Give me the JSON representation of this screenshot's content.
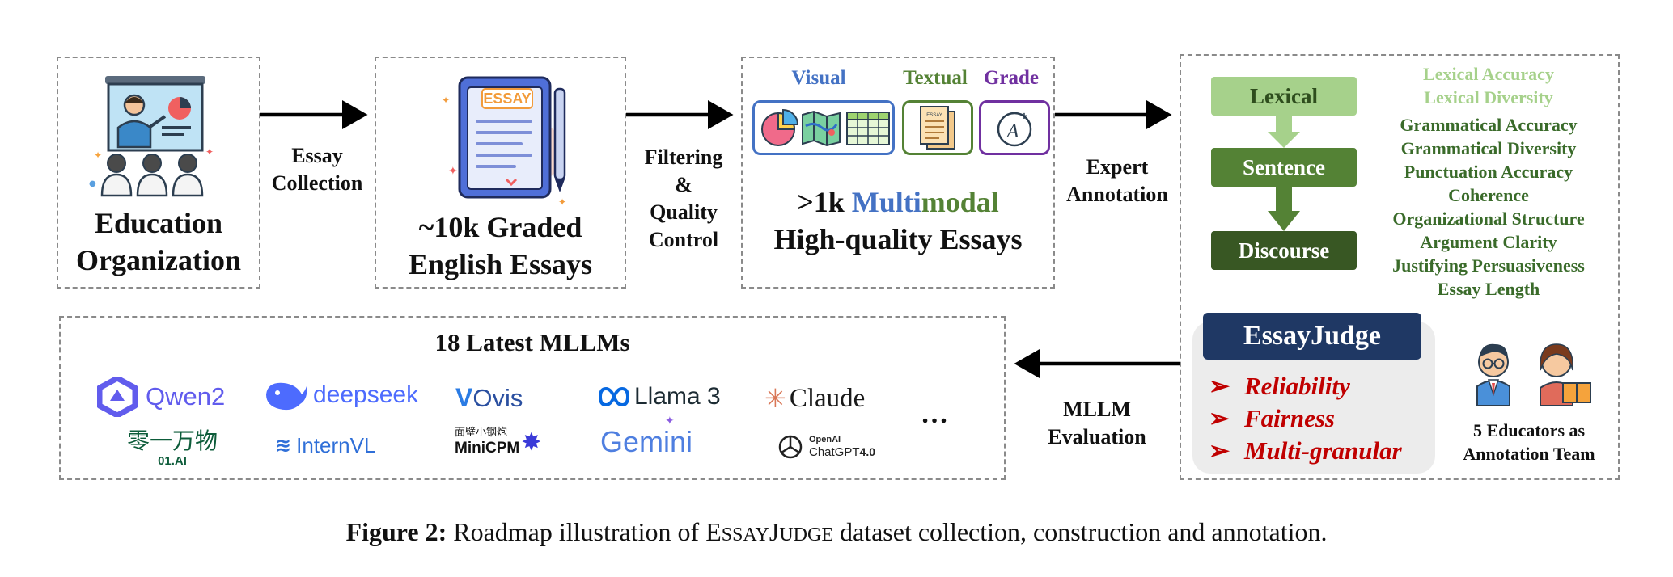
{
  "stages": {
    "education_organization": "Education\nOrganization",
    "graded_essays": "~10k Graded\nEnglish Essays",
    "multimodal_line1_prefix": ">1k ",
    "multimodal_multi": "Multi",
    "multimodal_modal": "modal",
    "multimodal_line2": "High-quality Essays"
  },
  "modalities": {
    "visual": "Visual",
    "textual": "Textual",
    "grade": "Grade"
  },
  "icon_text": {
    "essay_doc": "ESSAY",
    "small_essay": "ESSAY"
  },
  "edges": {
    "essay_collection": "Essay\nCollection",
    "filtering": "Filtering\n&\nQuality\nControl",
    "expert_annotation": "Expert\nAnnotation",
    "mllm_evaluation": "MLLM\nEvaluation"
  },
  "levels": [
    "Lexical",
    "Sentence",
    "Discourse"
  ],
  "aspects": {
    "lexical": [
      "Lexical Accuracy",
      "Lexical Diversity"
    ],
    "other": [
      "Grammatical Accuracy",
      "Grammatical Diversity",
      "Punctuation Accuracy",
      "Coherence",
      "Organizational Structure",
      "Argument Clarity",
      "Justifying Persuasiveness",
      "Essay Length"
    ]
  },
  "essayjudge": {
    "title": "EssayJudge",
    "properties": [
      "Reliability",
      "Fairness",
      "Multi-granular"
    ]
  },
  "educators": "5 Educators as\nAnnotation Team",
  "mllms": {
    "title": "18 Latest MLLMs",
    "logos": {
      "qwen": "Qwen2",
      "deepseek": "deepseek",
      "ovis": "Ovis",
      "llama": "Llama 3",
      "claude": "Claude",
      "yi_cn": "零一万物",
      "yi_en": "01.AI",
      "internvl": "InternVL",
      "minicpm_cn": "面壁小钢炮",
      "minicpm": "MiniCPM",
      "gemini": "Gemini",
      "openai": "OpenAI",
      "chatgpt": "ChatGPT",
      "chatgpt_ver": "4.0"
    },
    "ellipsis": "…"
  },
  "caption": {
    "label": "Figure 2:",
    "pre": " Roadmap illustration of E",
    "sc1": "SSAY",
    "mid": "J",
    "sc2": "UDGE",
    "post": " dataset collection, construction and annotation."
  },
  "colors": {
    "lexical": "#a6d18b",
    "sentence": "#548235",
    "discourse": "#385723",
    "visual": "#4472c4",
    "textual": "#548235",
    "grade": "#7030a0",
    "essayjudge_bg": "#1f3864",
    "property_red": "#c00000"
  }
}
